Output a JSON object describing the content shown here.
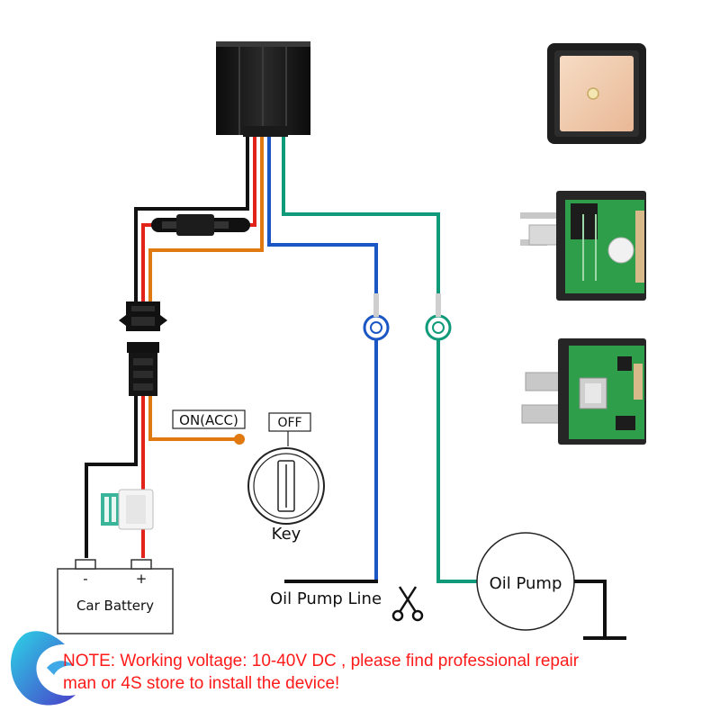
{
  "labels": {
    "on_acc": "ON(ACC)",
    "off": "OFF",
    "key": "Key",
    "battery": "Car Battery",
    "battery_minus": "-",
    "battery_plus": "+",
    "oil_pump": "Oil Pump",
    "oil_pump_line": "Oil Pump Line"
  },
  "note": {
    "line1": "NOTE: Working voltage: 10-40V DC , please find professional repair",
    "line2": "man or 4S store to install the device!"
  },
  "colors": {
    "wire_black": "#111111",
    "wire_red": "#e2231a",
    "wire_orange": "#e07a10",
    "wire_blue": "#1a56c4",
    "wire_green": "#0f9b7a",
    "note_text": "#ff1a1a",
    "pcb_green": "#2e9e4a"
  },
  "icons": {
    "device": "tracker-relay-icon",
    "connector": "plug-connector-icon",
    "fuse_inline": "inline-fuse-icon",
    "fuse_blade": "blade-fuse-icon",
    "key_switch": "ignition-key-icon",
    "scissors": "scissors-icon",
    "ground": "ground-icon",
    "logo": "brand-wave-logo-icon"
  }
}
